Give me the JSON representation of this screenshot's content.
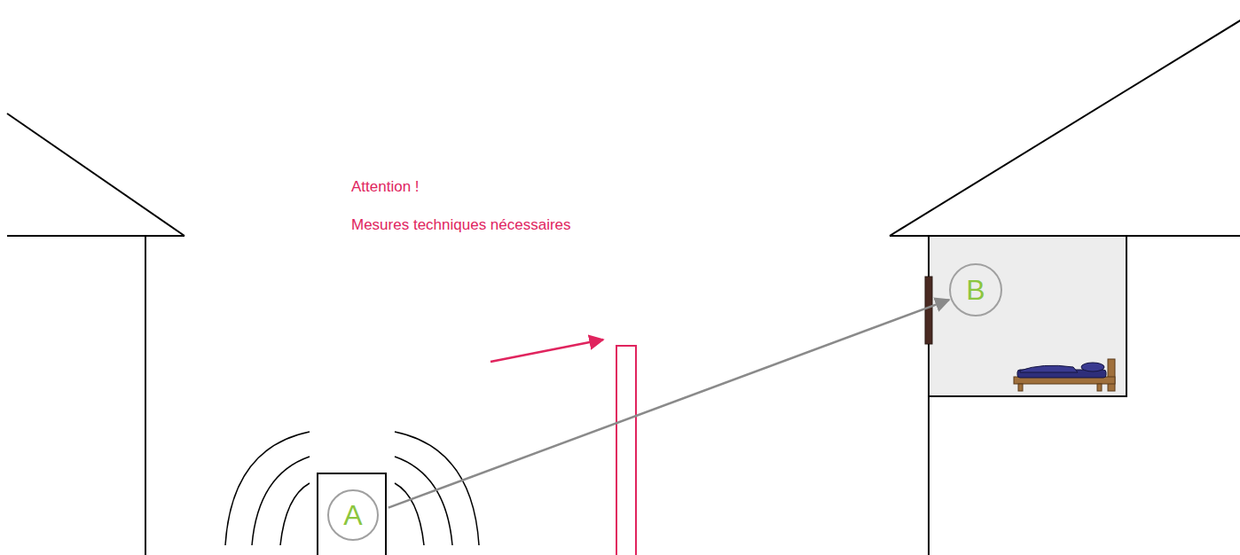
{
  "diagram": {
    "nodes": [
      {
        "text": [
          "A"
        ]
      },
      {
        "text": [
          "B"
        ]
      }
    ],
    "edges": [
      {
        "from": 0,
        "to": 1,
        "arrow": "to"
      }
    ],
    "labels": [
      "Attention !",
      "Mesures techniques nécessaires"
    ]
  }
}
